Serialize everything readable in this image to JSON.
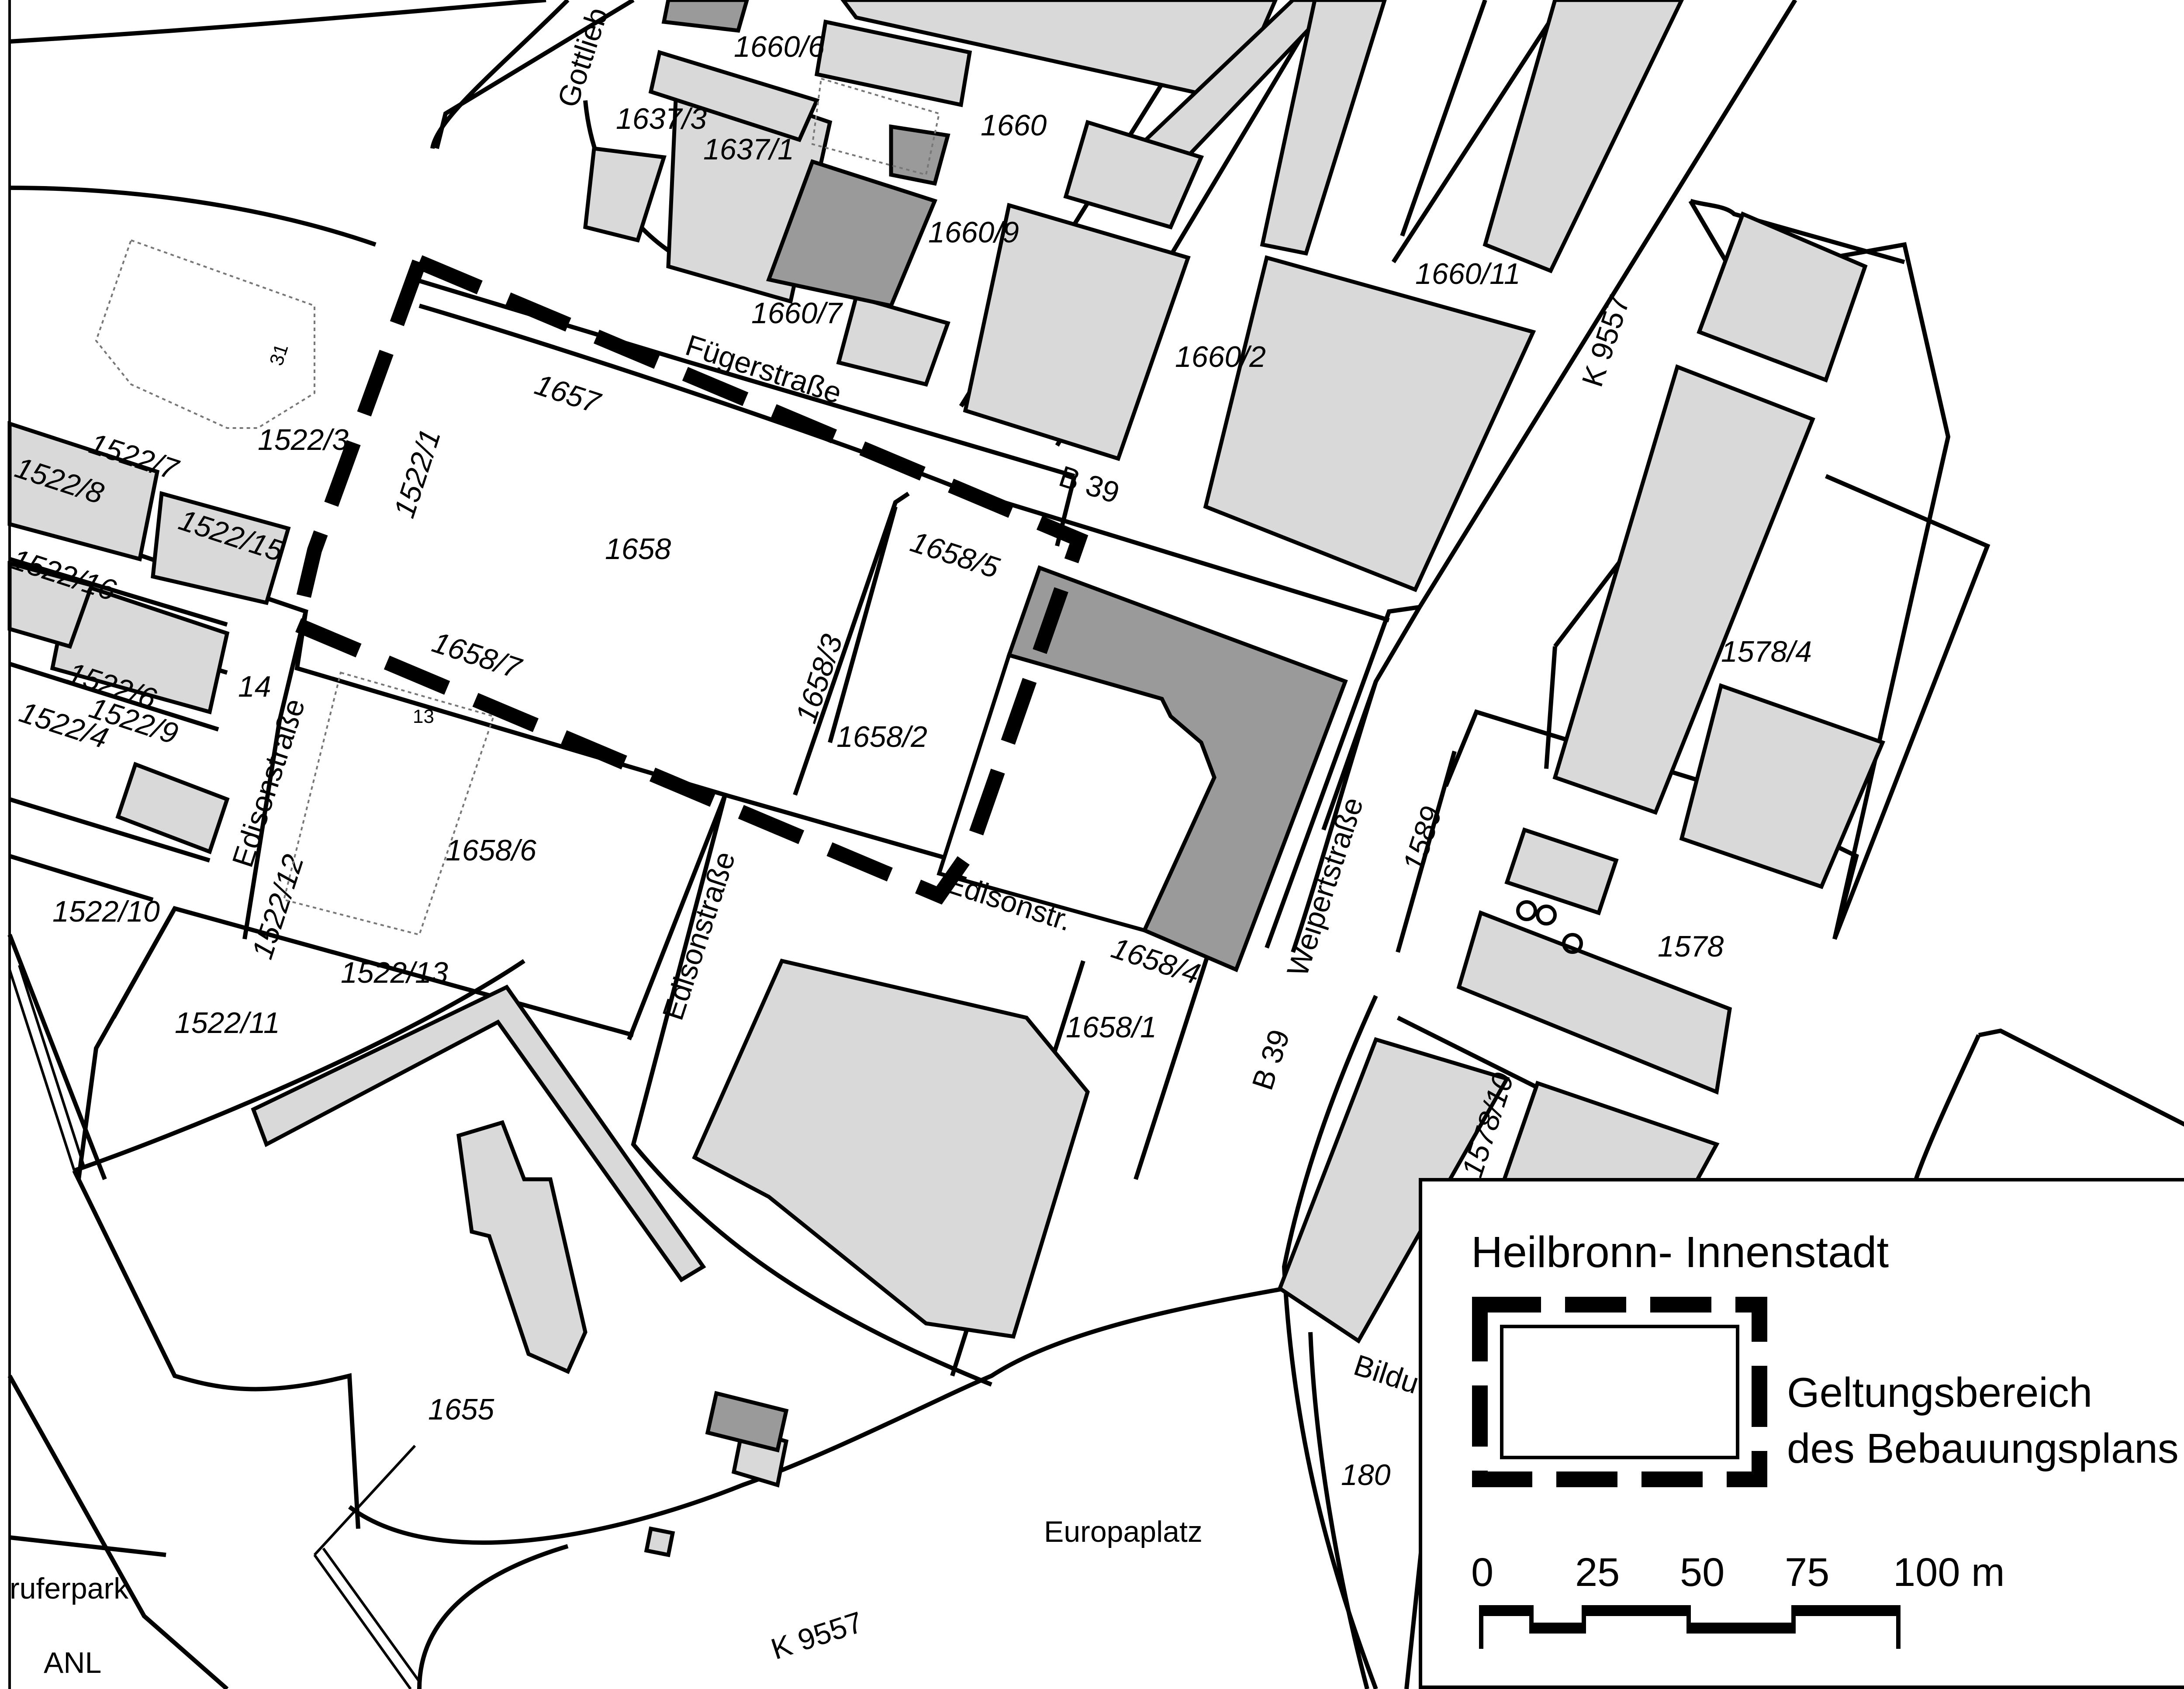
{
  "map": {
    "parcels": {
      "p1660_6": "1660/6",
      "p1637_3": "1637/3",
      "p1637_1": "1637/1",
      "p1660": "1660",
      "p1660_9": "1660/9",
      "p1660_7": "1660/7",
      "p1660_11": "1660/11",
      "p1660_2": "1660/2",
      "p1657": "1657",
      "p1522_3": "1522/3",
      "p1522_1": "1522/1",
      "p1522_8": "1522/8",
      "p1522_7": "1522/7",
      "p1522_15": "1522/15",
      "p1522_16": "1522/16",
      "p1522_6": "1522/6",
      "p1522_9": "1522/9",
      "p1522_4": "1522/4",
      "p14": "14",
      "p1658": "1658",
      "p1658_5": "1658/5",
      "p1658_7": "1658/7",
      "p1658_3": "1658/3",
      "p1658_2": "1658/2",
      "p1658_6": "1658/6",
      "p1522_10": "1522/10",
      "p1522_12": "1522/12",
      "p1522_13": "1522/13",
      "p1522_11": "1522/11",
      "p1658_4": "1658/4",
      "p1658_1": "1658/1",
      "p1589": "1589",
      "p1578_4": "1578/4",
      "p1578": "1578",
      "p1578_10": "1578/10",
      "p1655": "1655",
      "p180": "180"
    },
    "house_numbers": {
      "h31": "31",
      "h13": "13"
    },
    "streets": {
      "gottlieb": "Gottlieb",
      "fuegerstrasse": "Fügerstraße",
      "b39_north": "B 39",
      "k9557_north": "K 9557",
      "edisonstrasse_west": "Edisonstraße",
      "edisonstrasse_mid": "Edisonstraße",
      "edisonstr_short": "Edisonstr.",
      "weipertstrasse": "Weipertstraße",
      "b39_south": "B 39",
      "europaplatz": "Europaplatz",
      "k9557_south": "K 9557",
      "bildu": "Bildu",
      "ruferpark": "ruferpark",
      "anl": "ANL"
    },
    "colors": {
      "light_building": "#d9d9d9",
      "dark_building": "#9a9a9a",
      "line": "#000000",
      "background": "#ffffff"
    }
  },
  "legend": {
    "title": "Heilbronn- Innenstadt",
    "description_line1": "Geltungsbereich",
    "description_line2": "des Bebauungsplans",
    "scale": {
      "t0": "0",
      "t25": "25",
      "t50": "50",
      "t75": "75",
      "t100": "100 m"
    }
  }
}
